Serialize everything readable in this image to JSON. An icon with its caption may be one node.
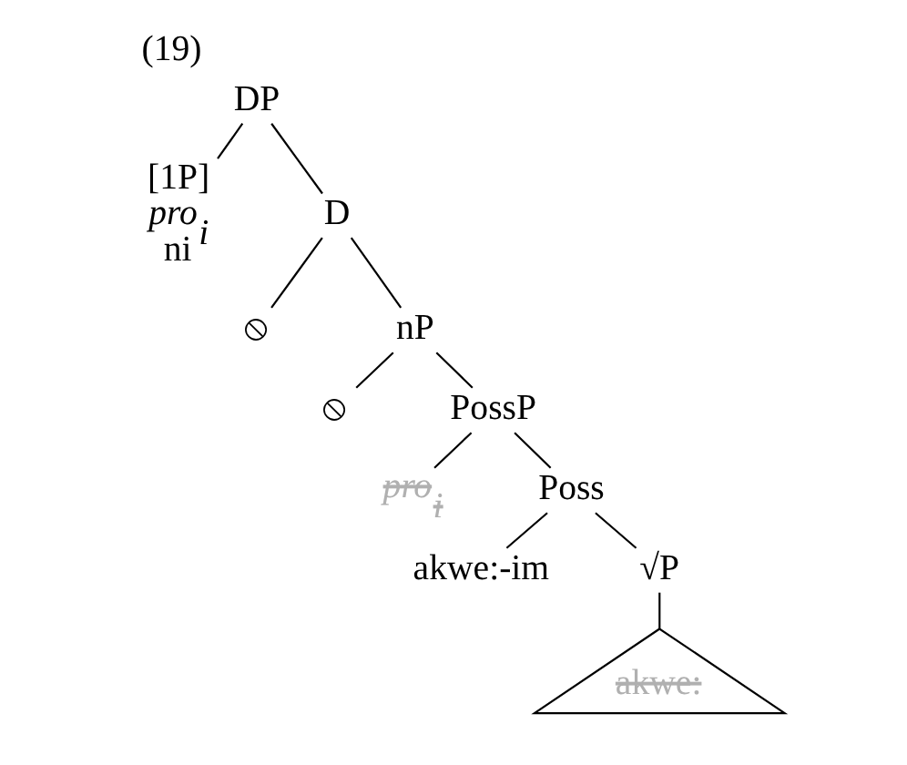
{
  "diagram": {
    "title": "(19)",
    "nodes": [
      {
        "text": [
          "DP"
        ]
      },
      {
        "text": [
          "[1P]",
          "pro$_{i}$",
          "ni"
        ]
      },
      {
        "text": [
          "D"
        ]
      },
      {
        "text": [
          "⦸"
        ]
      },
      {
        "text": [
          "nP"
        ]
      },
      {
        "text": [
          "⦸"
        ]
      },
      {
        "text": [
          "PossP"
        ]
      },
      {
        "text": [
          "pro$_{i}$"
        ]
      },
      {
        "text": [
          "Poss"
        ]
      },
      {
        "text": [
          "akwe:-im"
        ]
      },
      {
        "text": [
          "√P"
        ]
      },
      {
        "text": [
          "akwe:"
        ]
      }
    ],
    "edges": [
      {
        "from": 0,
        "to": 1,
        "arrow": "none"
      },
      {
        "from": 0,
        "to": 2,
        "arrow": "none"
      },
      {
        "from": 2,
        "to": 3,
        "arrow": "none"
      },
      {
        "from": 2,
        "to": 4,
        "arrow": "none"
      },
      {
        "from": 4,
        "to": 5,
        "arrow": "none"
      },
      {
        "from": 4,
        "to": 6,
        "arrow": "none"
      },
      {
        "from": 6,
        "to": 7,
        "arrow": "none"
      },
      {
        "from": 6,
        "to": 8,
        "arrow": "none"
      },
      {
        "from": 8,
        "to": 9,
        "arrow": "none"
      },
      {
        "from": 8,
        "to": 10,
        "arrow": "none"
      },
      {
        "from": 10,
        "to": 11,
        "arrow": "none"
      }
    ]
  }
}
